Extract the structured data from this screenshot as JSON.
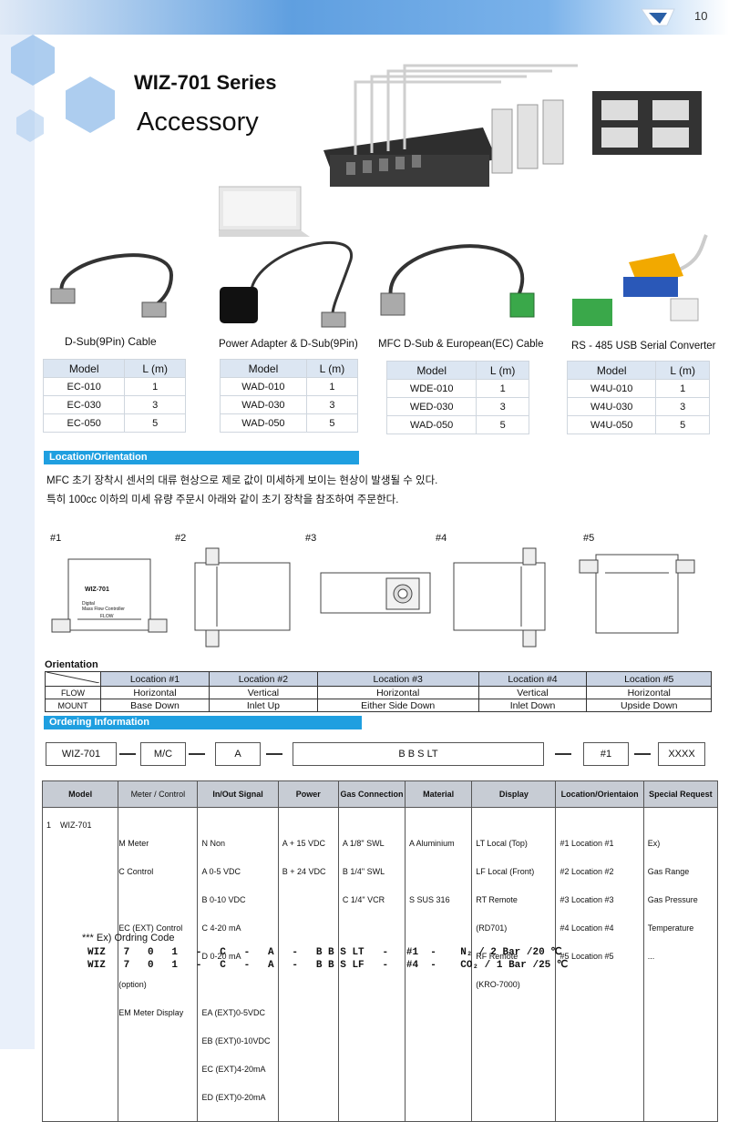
{
  "header": {
    "page_number": "10",
    "title": "WIZ-701 Series",
    "subtitle": "Accessory"
  },
  "products": [
    {
      "caption": "D-Sub(9Pin) Cable",
      "table": {
        "head": [
          "Model",
          "L (m)"
        ],
        "rows": [
          [
            "EC-010",
            "1"
          ],
          [
            "EC-030",
            "3"
          ],
          [
            "EC-050",
            "5"
          ]
        ]
      }
    },
    {
      "caption": "Power Adapter & D-Sub(9Pin)",
      "table": {
        "head": [
          "Model",
          "L (m)"
        ],
        "rows": [
          [
            "WAD-010",
            "1"
          ],
          [
            "WAD-030",
            "3"
          ],
          [
            "WAD-050",
            "5"
          ]
        ]
      }
    },
    {
      "caption": "MFC D-Sub & European(EC) Cable",
      "table": {
        "head": [
          "Model",
          "L (m)"
        ],
        "rows": [
          [
            "WDE-010",
            "1"
          ],
          [
            "WED-030",
            "3"
          ],
          [
            "WAD-050",
            "5"
          ]
        ]
      }
    },
    {
      "caption": "RS - 485 USB Serial Converter",
      "table": {
        "head": [
          "Model",
          "L (m)"
        ],
        "rows": [
          [
            "W4U-010",
            "1"
          ],
          [
            "W4U-030",
            "3"
          ],
          [
            "W4U-050",
            "5"
          ]
        ]
      }
    }
  ],
  "location": {
    "bar": "Location/Orientation",
    "line1": "MFC 초기 장착시 센서의 대류 현상으로 제로 값이 미세하게 보이는 현상이 발생될 수 있다.",
    "line2": "특히 100cc 이하의 미세 유량 주문시 아래와 같이 초기 장착을 참조하여 주문한다.",
    "positions": [
      "#1",
      "#2",
      "#3",
      "#4",
      "#5"
    ],
    "device_labels": [
      "WIZ-701",
      "Digital",
      "Mass Flow Controller",
      "FLOW"
    ]
  },
  "orientation": {
    "label": "Orientation",
    "head": [
      "",
      "Location #1",
      "Location #2",
      "Location #3",
      "Location #4",
      "Location #5"
    ],
    "rows": [
      [
        "FLOW",
        "Horizontal",
        "Vertical",
        "Horizontal",
        "Vertical",
        "Horizontal"
      ],
      [
        "MOUNT",
        "Base Down",
        "Inlet Up",
        "Either Side Down",
        "Inlet Down",
        "Upside Down"
      ]
    ]
  },
  "ordering": {
    "bar": "Ordering Information",
    "boxes": [
      "WIZ-701",
      "M/C",
      "A",
      "B  B  S  LT",
      "#1",
      "XXXX"
    ],
    "head": [
      "Model",
      "Meter / Control",
      "In/Out Signal",
      "Power",
      "Gas Connection",
      "Material",
      "Display",
      "Location/Orientaion",
      "Special Request"
    ],
    "cols": [
      [
        "1    WIZ-701"
      ],
      [
        "  M    Meter",
        "  C    Control",
        "",
        "  EC  (EXT) Control",
        "",
        "       (option)",
        "  EM  Meter Display"
      ],
      [
        "N    Non",
        "A    0-5 VDC",
        "B    0-10 VDC",
        "C    4-20 mA",
        "D    0-20 mA",
        "",
        "EA  (EXT)0-5VDC",
        "EB  (EXT)0-10VDC",
        "EC  (EXT)4-20mA",
        "ED  (EXT)0-20mA"
      ],
      [
        "A   + 15 VDC",
        "B   + 24 VDC"
      ],
      [
        "A    1/8\" SWL",
        "B    1/4\" SWL",
        "C    1/4\" VCR"
      ],
      [
        "A  Aluminium",
        "",
        "S    SUS 316"
      ],
      [
        "LT   Local (Top)",
        "LF   Local (Front)",
        "RT   Remote",
        "                (RD701)",
        "RF   Remote",
        "          (KRO-7000)"
      ],
      [
        "#1    Location #1",
        "#2    Location #2",
        "#3    Location #3",
        "#4    Location #4",
        "#5    Location #5"
      ],
      [
        "Ex)",
        "Gas Range",
        "Gas Pressure",
        "Temperature",
        "..."
      ]
    ]
  },
  "example": {
    "label": "*** Ex) Ordring Code",
    "lines": [
      "WIZ   7   0   1   -   C   -   A   -   B B S LT   -   #1  -    N₂ / 2 Bar /20 ℃",
      "WIZ   7   0   1   -   C   -   A   -   B B S LF   -   #4  -    CO₂ / 1 Bar /25 ℃"
    ]
  }
}
